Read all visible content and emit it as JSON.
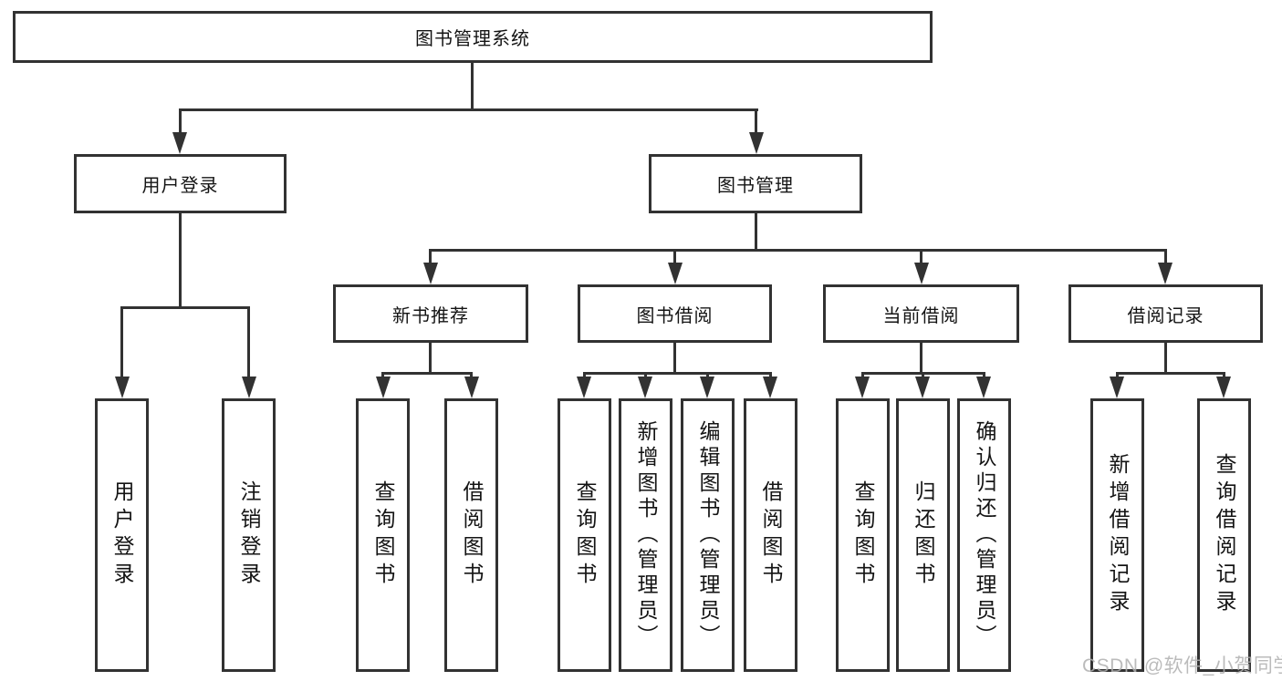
{
  "diagram": {
    "title": {
      "label": "图书管理系统"
    },
    "level2": [
      {
        "label": "用户登录"
      },
      {
        "label": "图书管理"
      }
    ],
    "level3": [
      {
        "label": "新书推荐"
      },
      {
        "label": "图书借阅"
      },
      {
        "label": "当前借阅"
      },
      {
        "label": "借阅记录"
      }
    ],
    "leaves": {
      "user_login": [
        {
          "label": "用户登录"
        },
        {
          "label": "注销登录"
        }
      ],
      "new_book_recommend": [
        {
          "label": "查询图书"
        },
        {
          "label": "借阅图书"
        }
      ],
      "book_borrow": [
        {
          "label": "查询图书"
        },
        {
          "label": "新增图书（管理员）"
        },
        {
          "label": "编辑图书（管理员）"
        },
        {
          "label": "借阅图书"
        }
      ],
      "current_borrow": [
        {
          "label": "查询图书"
        },
        {
          "label": "归还图书"
        },
        {
          "label": "确认归还（管理员）"
        }
      ],
      "borrow_records": [
        {
          "label": "新增借阅记录"
        },
        {
          "label": "查询借阅记录"
        }
      ]
    },
    "watermark": "CSDN @软件_小贺同学",
    "colors": {
      "line": "#323232",
      "text": "#141414",
      "watermark": "#b0b0b0",
      "background": "#ffffff"
    }
  }
}
